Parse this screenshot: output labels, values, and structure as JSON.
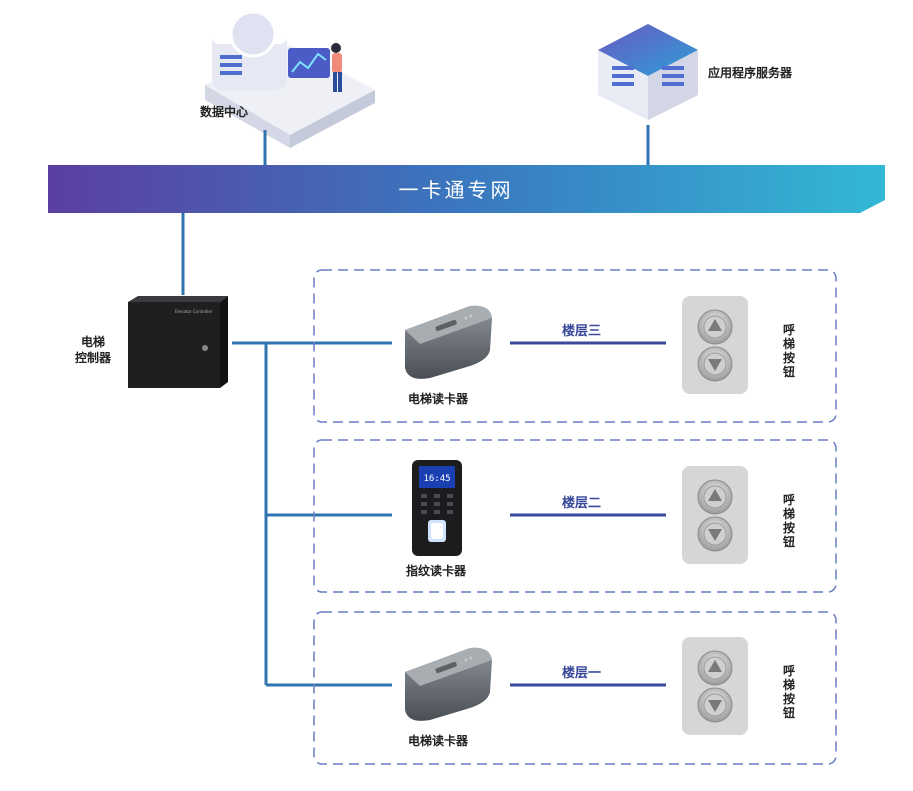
{
  "network": {
    "bus_label": "一卡通专网"
  },
  "nodes": {
    "data_center": "数据中心",
    "app_server": "应用程序服务器",
    "elevator_controller_line1": "电梯",
    "elevator_controller_line2": "控制器",
    "controller_panel_text": "Elevator Controller"
  },
  "rows": [
    {
      "reader_label": "电梯读卡器",
      "reader_type": "card-reader",
      "floor_label": "楼层三",
      "button_label": [
        "呼",
        "梯",
        "按",
        "钮"
      ]
    },
    {
      "reader_label": "指纹读卡器",
      "reader_type": "fingerprint-reader",
      "screen_time": "16:45",
      "floor_label": "楼层二",
      "button_label": [
        "呼",
        "梯",
        "按",
        "钮"
      ]
    },
    {
      "reader_label": "电梯读卡器",
      "reader_type": "card-reader",
      "floor_label": "楼层一",
      "button_label": [
        "呼",
        "梯",
        "按",
        "钮"
      ]
    }
  ],
  "colors": {
    "bus_start": "#5b3fa0",
    "bus_end": "#33b8d6",
    "line_blue": "#2f74b0",
    "dashed_border": "#6a7fc4",
    "floor_line": "#3a4a9a"
  }
}
